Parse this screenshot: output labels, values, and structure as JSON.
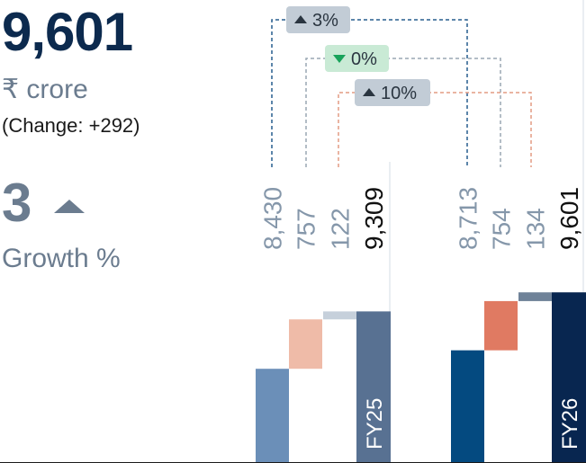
{
  "kpi": {
    "value": "9,601",
    "unit": "₹ crore",
    "change": "(Change: +292)",
    "growth_value": "3",
    "growth_label": "Growth %",
    "growth_direction": "up"
  },
  "colors": {
    "fy25_base": "#6b8fb8",
    "fy25_change": "#efbba8",
    "fy25_third": "#c6d0db",
    "fy25_total": "#587192",
    "fy26_base": "#044a80",
    "fy26_change": "#e07a62",
    "fy26_third": "#6f8298",
    "fy26_total": "#082650",
    "badge_grey": "#c2ccd6",
    "badge_green": "#c9ead5",
    "green_arrow": "#18a35a",
    "dark_text": "#2a3540"
  },
  "chart_data": {
    "type": "bar",
    "groups": [
      {
        "category": "FY25",
        "values": [
          8430,
          757,
          122,
          9309
        ],
        "value_labels": [
          "8,430",
          "757",
          "122",
          "9,309"
        ]
      },
      {
        "category": "FY26",
        "values": [
          8713,
          754,
          134,
          9601
        ],
        "value_labels": [
          "8,713",
          "754",
          "134",
          "9,601"
        ]
      }
    ],
    "comparisons": [
      {
        "label": "3%",
        "direction": "up",
        "style": "grey"
      },
      {
        "label": "0%",
        "direction": "down",
        "style": "green"
      },
      {
        "label": "10%",
        "direction": "up",
        "style": "grey"
      }
    ]
  }
}
